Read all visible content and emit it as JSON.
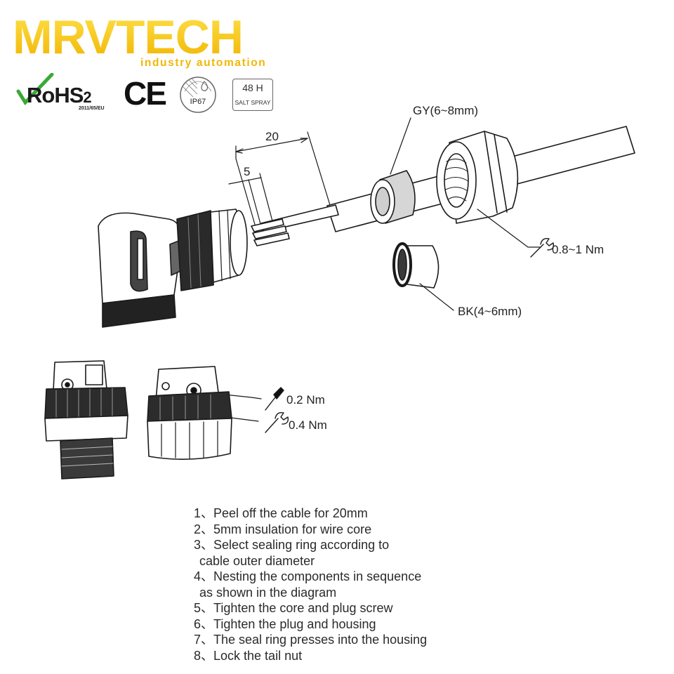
{
  "brand": {
    "name": "MRVTECH",
    "tagline": "industry automation",
    "accent_color": "#f2c409"
  },
  "certifications": {
    "rohs": "RoHS",
    "rohs_index": "2",
    "rohs_directive": "2011/65/EU",
    "ce": "CE",
    "ip_rating": "IP67",
    "salt_spray_hours": "48 H",
    "salt_spray_label": "SALT SPRAY"
  },
  "diagram": {
    "strip_length": "20",
    "core_strip": "5",
    "seal_gray": "GY(6~8mm)",
    "seal_black": "BK(4~6mm)",
    "nut_torque": "0.8~1 Nm",
    "screw_torque": "0.2 Nm",
    "housing_torque": "0.4 Nm",
    "icons": [
      "wrench-icon",
      "screwdriver-icon"
    ]
  },
  "steps": [
    {
      "text": "1、Peel off the cable for 20mm",
      "cont": ""
    },
    {
      "text": "2、5mm insulation for wire core",
      "cont": ""
    },
    {
      "text": "3、Select sealing ring according to",
      "cont": "cable outer diameter"
    },
    {
      "text": "4、Nesting the components in sequence",
      "cont": "as shown in the diagram"
    },
    {
      "text": "5、Tighten the core and plug screw",
      "cont": ""
    },
    {
      "text": "6、Tighten the plug and housing",
      "cont": ""
    },
    {
      "text": "7、The seal ring presses into the housing",
      "cont": ""
    },
    {
      "text": "8、Lock the tail nut",
      "cont": ""
    }
  ]
}
